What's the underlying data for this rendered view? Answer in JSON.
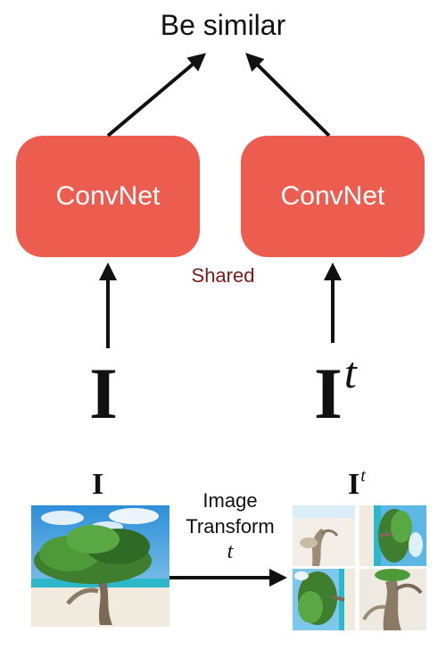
{
  "header": {
    "title": "Be similar"
  },
  "network": {
    "left_box_label": "ConvNet",
    "right_box_label": "ConvNet",
    "shared_label": "Shared",
    "box_color": "#EC5D50",
    "shared_color": "#7A1A1A"
  },
  "inputs": {
    "original_symbol": "I",
    "transformed_symbol": "I",
    "transformed_superscript": "t"
  },
  "bottom": {
    "original_symbol": "I",
    "transformed_symbol": "I",
    "transformed_superscript": "t",
    "transform_line1": "Image",
    "transform_line2": "Transform",
    "transform_line3": "t"
  }
}
